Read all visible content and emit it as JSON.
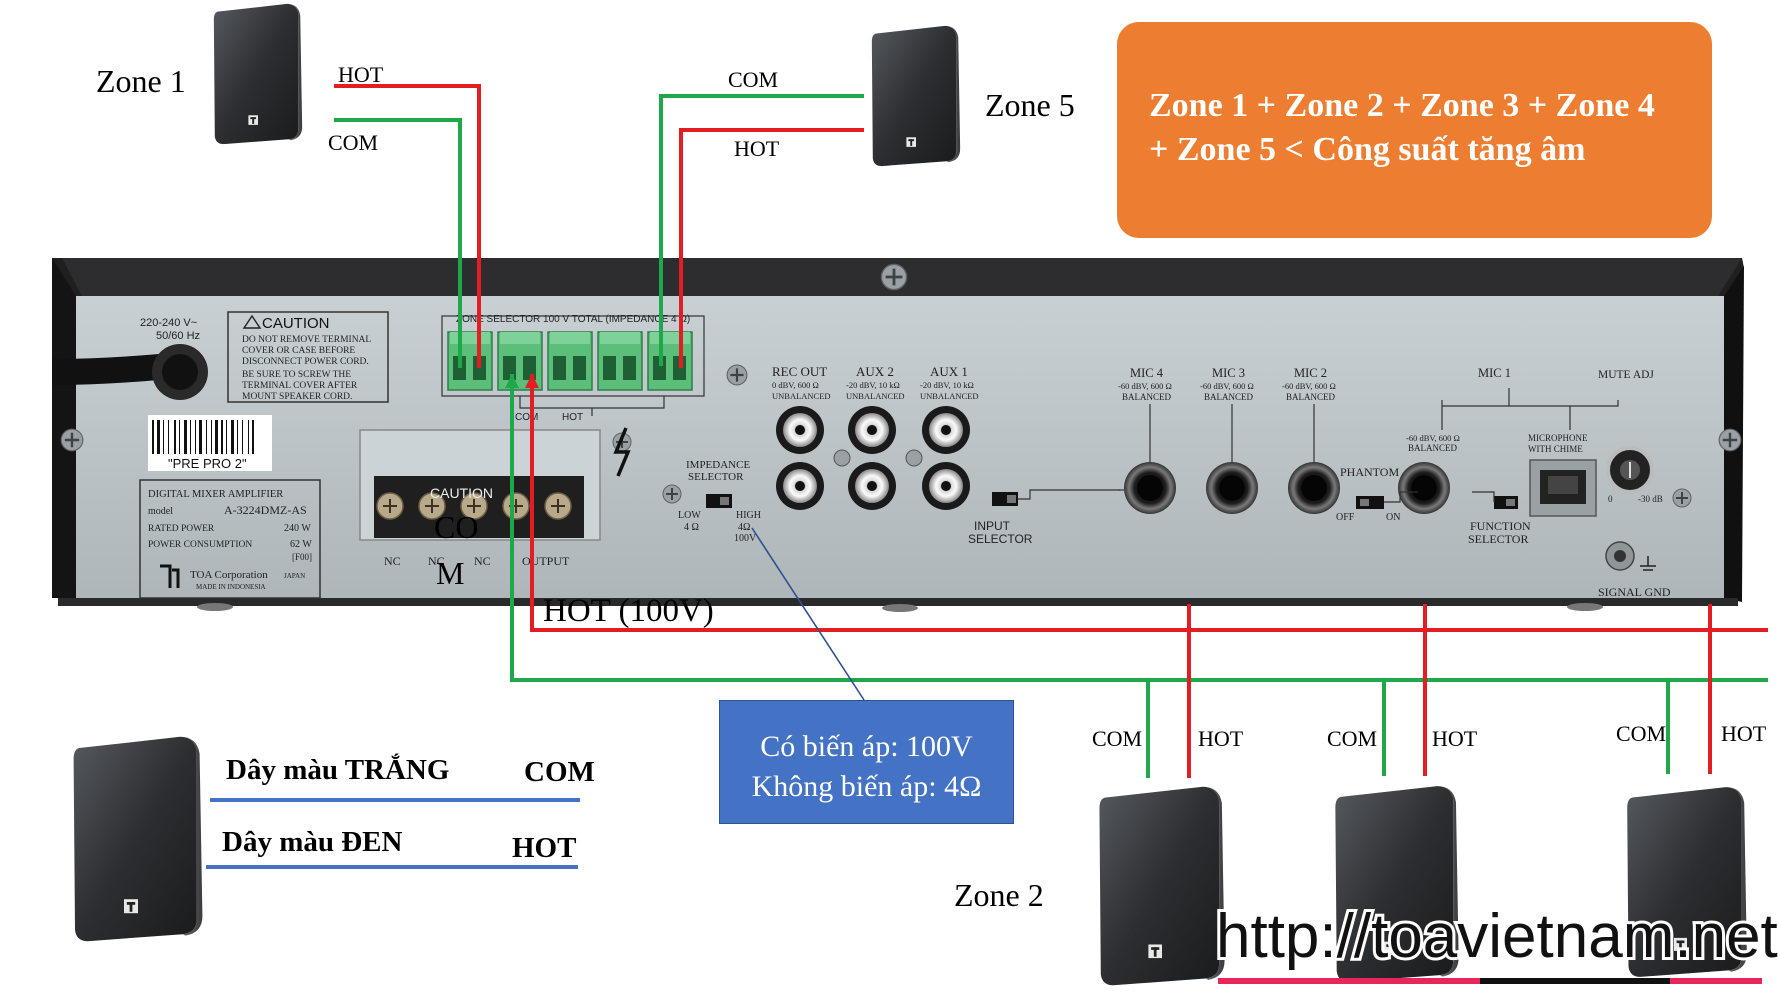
{
  "zones": {
    "zone1": "Zone 1",
    "zone5": "Zone 5",
    "zone2": "Zone 2"
  },
  "wires": {
    "hot": "HOT",
    "com": "COM",
    "hot_100v": "HOT (100V)",
    "com_split_1": "CO",
    "com_split_2": "M"
  },
  "capacity_note": {
    "line1": "Zone 1 + Zone 2 + Zone 3 + Zone 4",
    "line2": "+ Zone 5 < Công suất tăng âm"
  },
  "transformer_note": {
    "line1": "Có biến áp: 100V",
    "line2": "Không biến áp: 4Ω"
  },
  "legend": {
    "white_wire": "Dây màu TRẮNG",
    "white_role": "COM",
    "black_wire": "Dây màu ĐEN",
    "black_role": "HOT"
  },
  "watermark": "http://toavietnam.net",
  "amplifier": {
    "voltage": "220-240 V~",
    "frequency": "50/60 Hz",
    "caution_title": "CAUTION",
    "caution_lines": [
      "DO NOT REMOVE TERMINAL",
      "COVER OR CASE BEFORE",
      "DISCONNECT POWER CORD.",
      "BE SURE TO SCREW THE",
      "TERMINAL COVER AFTER",
      "MOUNT SPEAKER CORD."
    ],
    "zone_selector": "ZONE SELECTOR 100 V TOTAL (IMPEDANCE 4 Ω)",
    "com_label": "COM",
    "hot_label": "HOT",
    "barcode_text": "\"PRE PRO 2\"",
    "product": "DIGITAL MIXER AMPLIFIER",
    "model_label": "model",
    "model": "A-3224DMZ-AS",
    "rated_power_label": "RATED POWER",
    "rated_power": "240 W",
    "consumption_label": "POWER CONSUMPTION",
    "consumption": "62 W",
    "consumption_note": "[F00]",
    "maker": "TOA Corporation",
    "maker_country": "JAPAN",
    "made_in": "MADE IN INDONESIA",
    "terminal_cover": "CAUTION",
    "nc1": "NC",
    "nc2": "NC",
    "nc3": "NC",
    "output": "OUTPUT",
    "impedance_selector": [
      "IMPEDANCE",
      "SELECTOR"
    ],
    "low": [
      "LOW",
      "4 Ω"
    ],
    "high": [
      "HIGH",
      "4Ω",
      "100V"
    ],
    "rec_out": [
      "REC OUT",
      "0 dBV, 600 Ω",
      "UNBALANCED"
    ],
    "aux2": [
      "AUX 2",
      "-20 dBV, 10 kΩ",
      "UNBALANCED"
    ],
    "aux1": [
      "AUX 1",
      "-20 dBV, 10 kΩ",
      "UNBALANCED"
    ],
    "input_selector": [
      "INPUT",
      "SELECTOR"
    ],
    "mic4": [
      "MIC 4",
      "-60 dBV, 600 Ω",
      "BALANCED"
    ],
    "mic3": [
      "MIC 3",
      "-60 dBV, 600 Ω",
      "BALANCED"
    ],
    "mic2": [
      "MIC 2",
      "-60 dBV, 600 Ω",
      "BALANCED"
    ],
    "mic1": "MIC 1",
    "mic1_balanced": [
      "-60 dBV, 600 Ω",
      "BALANCED"
    ],
    "mic1_chime": [
      "MICROPHONE",
      "WITH CHIME"
    ],
    "phantom": "PHANTOM",
    "off": "OFF",
    "on": "ON",
    "function_selector": [
      "FUNCTION",
      "SELECTOR"
    ],
    "mute_adj": "MUTE ADJ",
    "mute_min": "0",
    "mute_max": "-30 dB",
    "signal_gnd": "SIGNAL GND"
  },
  "colors": {
    "hot_wire": "#e31d23",
    "com_wire": "#1fa84a",
    "orange": "#ed7d31",
    "blue": "#4472c4",
    "legend_line": "#4472c4",
    "watermark_line": "#e8265a",
    "terminal_green": "#5bbf7a"
  }
}
